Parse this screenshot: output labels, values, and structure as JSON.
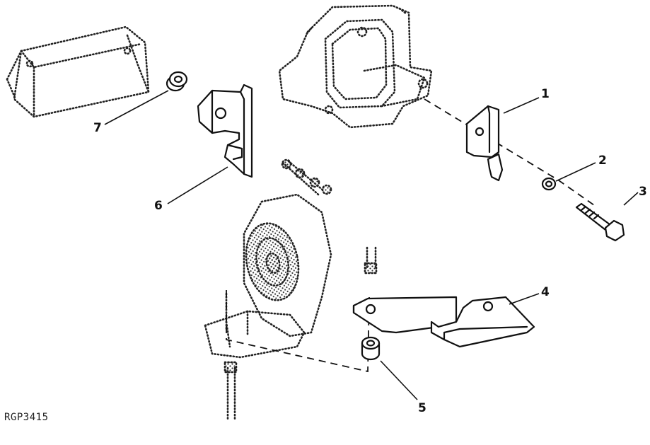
{
  "figure_code": "RGP3415",
  "callouts": [
    {
      "id": "1",
      "label": "1"
    },
    {
      "id": "2",
      "label": "2"
    },
    {
      "id": "3",
      "label": "3"
    },
    {
      "id": "4",
      "label": "4"
    },
    {
      "id": "5",
      "label": "5"
    },
    {
      "id": "6",
      "label": "6"
    },
    {
      "id": "7",
      "label": "7"
    }
  ]
}
